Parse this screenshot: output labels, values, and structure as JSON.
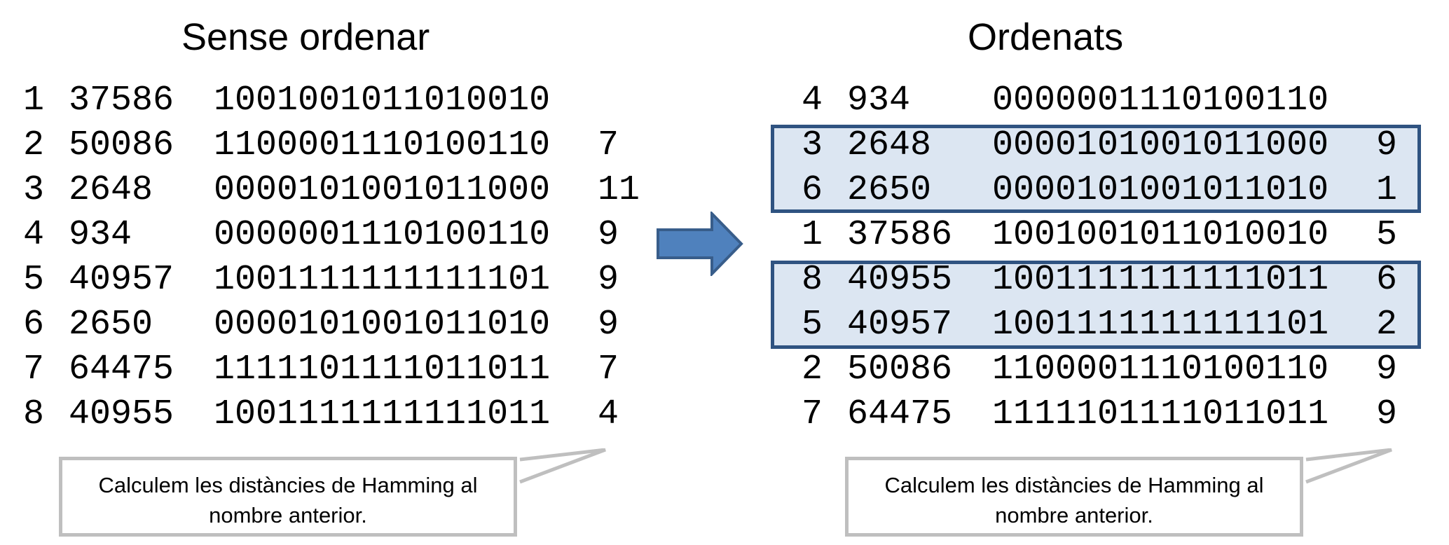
{
  "left_panel": {
    "title": "Sense ordenar",
    "rows": [
      {
        "idx": "1",
        "dec": "37586",
        "bin": "1001001011010010",
        "dist": ""
      },
      {
        "idx": "2",
        "dec": "50086",
        "bin": "1100001110100110",
        "dist": "7"
      },
      {
        "idx": "3",
        "dec": "2648",
        "bin": "0000101001011000",
        "dist": "11"
      },
      {
        "idx": "4",
        "dec": "934",
        "bin": "0000001110100110",
        "dist": "9"
      },
      {
        "idx": "5",
        "dec": "40957",
        "bin": "1001111111111101",
        "dist": "9"
      },
      {
        "idx": "6",
        "dec": "2650",
        "bin": "0000101001011010",
        "dist": "9"
      },
      {
        "idx": "7",
        "dec": "64475",
        "bin": "1111101111011011",
        "dist": "7"
      },
      {
        "idx": "8",
        "dec": "40955",
        "bin": "1001111111111011",
        "dist": "4"
      }
    ],
    "callout": {
      "line1": "Calculem les distàncies de Hamming al",
      "line2": "nombre anterior."
    }
  },
  "right_panel": {
    "title": "Ordenats",
    "rows": [
      {
        "idx": "4",
        "dec": "934",
        "bin": "0000001110100110",
        "dist": ""
      },
      {
        "idx": "3",
        "dec": "2648",
        "bin": "0000101001011000",
        "dist": "9"
      },
      {
        "idx": "6",
        "dec": "2650",
        "bin": "0000101001011010",
        "dist": "1"
      },
      {
        "idx": "1",
        "dec": "37586",
        "bin": "1001001011010010",
        "dist": "5"
      },
      {
        "idx": "8",
        "dec": "40955",
        "bin": "1001111111111011",
        "dist": "6"
      },
      {
        "idx": "5",
        "dec": "40957",
        "bin": "1001111111111101",
        "dist": "2"
      },
      {
        "idx": "2",
        "dec": "50086",
        "bin": "1100001110100110",
        "dist": "9"
      },
      {
        "idx": "7",
        "dec": "64475",
        "bin": "1111101111011011",
        "dist": "9"
      }
    ],
    "callout": {
      "line1": "Calculem les distàncies de Hamming al",
      "line2": "nombre anterior."
    }
  },
  "colors": {
    "highlight_fill": "#dce6f2",
    "highlight_border": "#2f5381",
    "arrow_fill": "#4f81bd",
    "arrow_border": "#385d8a",
    "callout_border": "#bfbfbf"
  },
  "icons": {
    "arrow": "right-arrow-icon"
  }
}
